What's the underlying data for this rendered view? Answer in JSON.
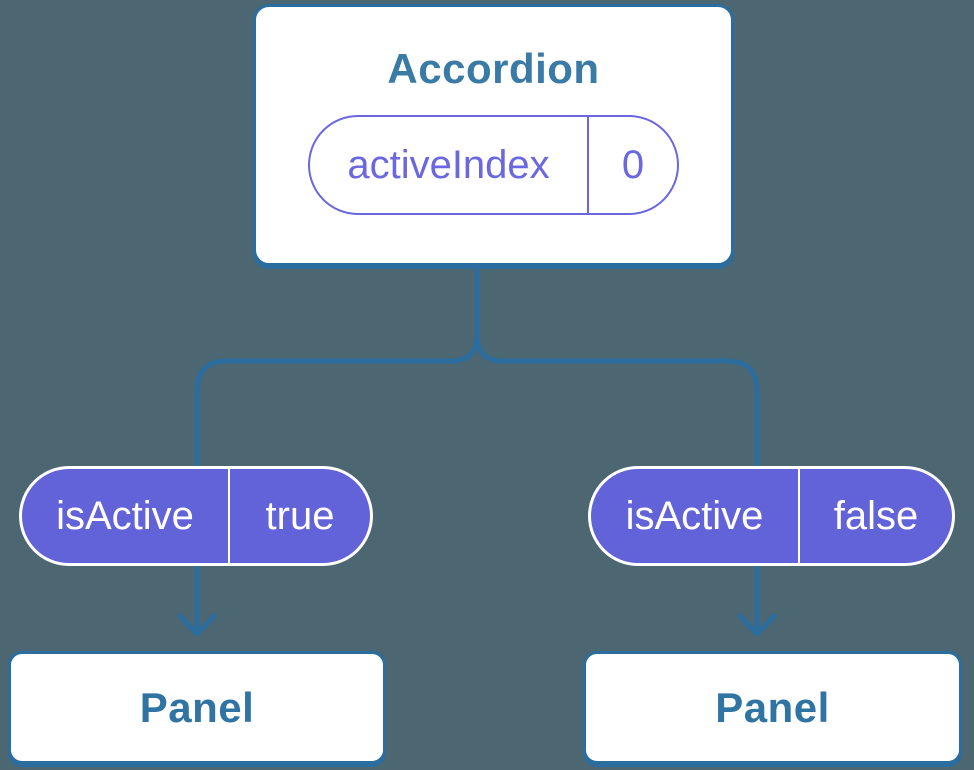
{
  "colors": {
    "background": "#4c6672",
    "connector_blue": "#2b6d9e",
    "title_blue": "#3a7aa6",
    "panel_text_blue": "#2f74a3",
    "pill_purple_fill": "#6262d9",
    "pill_purple_outline": "#6a67e0",
    "pill_text_white": "#ffffff",
    "card_background": "#ffffff"
  },
  "diagram": {
    "type": "component-tree",
    "root": {
      "title": "Accordion",
      "state": {
        "name": "activeIndex",
        "value": "0"
      }
    },
    "children": [
      {
        "prop": {
          "name": "isActive",
          "value": "true"
        },
        "label": "Panel"
      },
      {
        "prop": {
          "name": "isActive",
          "value": "false"
        },
        "label": "Panel"
      }
    ]
  }
}
